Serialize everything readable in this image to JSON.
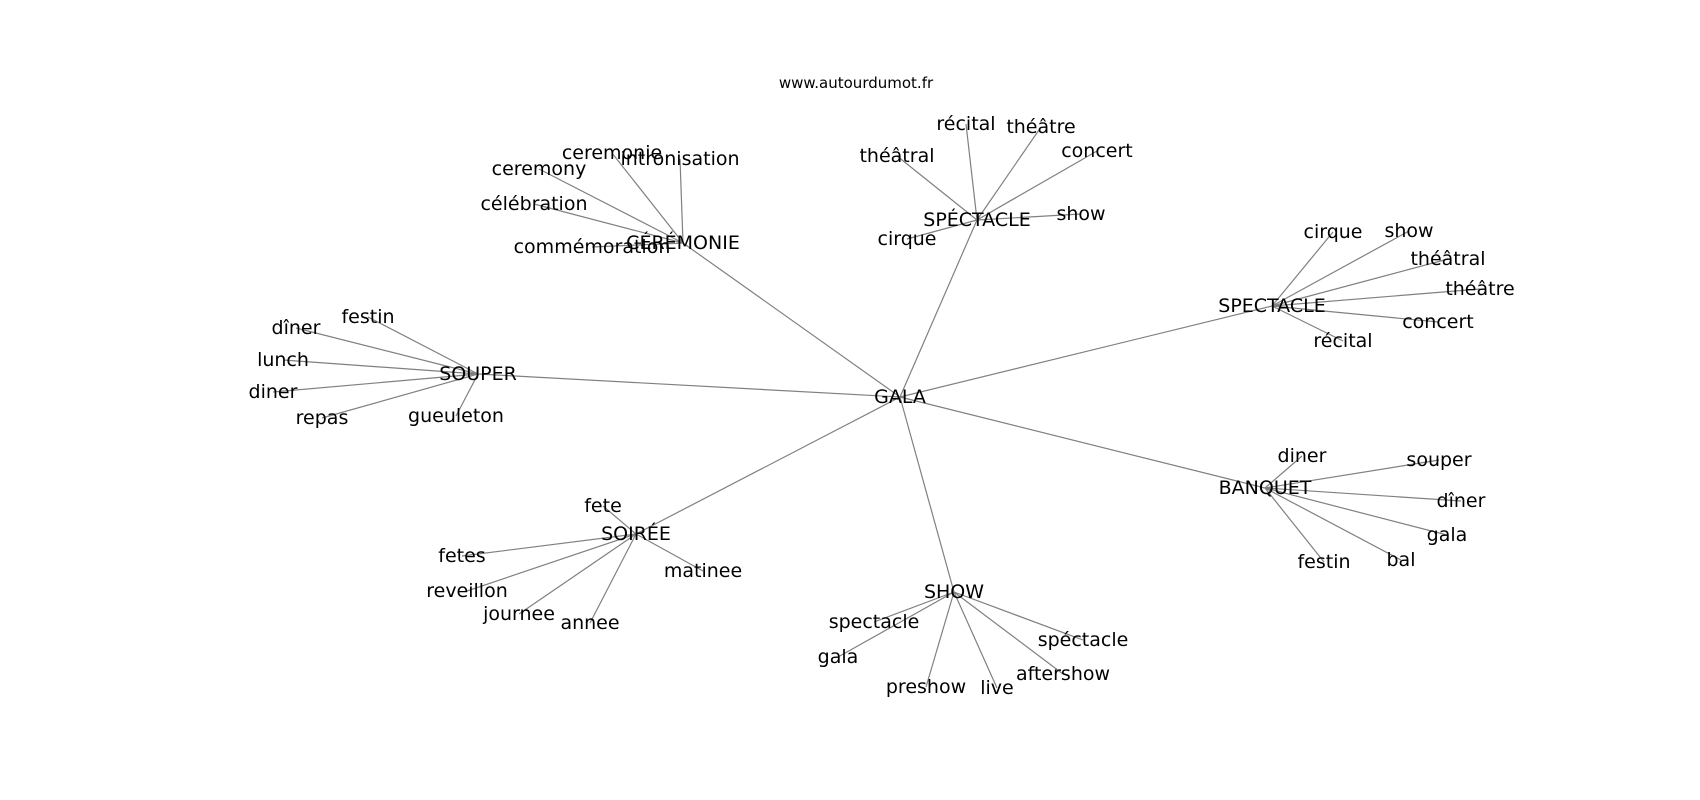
{
  "source": "www.autourdumot.fr",
  "graph": {
    "root": "GALA",
    "clusters": [
      {
        "label": "CÉRÉMONIE",
        "leaves": [
          "ceremonie",
          "intronisation",
          "ceremony",
          "célébration",
          "commémoration"
        ]
      },
      {
        "label": "SPÉCTACLE",
        "leaves": [
          "récital",
          "théâtre",
          "théâtral",
          "concert",
          "show",
          "cirque"
        ]
      },
      {
        "label": "SPECTACLE",
        "leaves": [
          "cirque",
          "show",
          "théâtral",
          "théâtre",
          "concert",
          "récital"
        ]
      },
      {
        "label": "SOUPER",
        "leaves": [
          "festin",
          "dîner",
          "lunch",
          "diner",
          "repas",
          "gueuleton"
        ]
      },
      {
        "label": "BANQUET",
        "leaves": [
          "diner",
          "souper",
          "dîner",
          "gala",
          "bal",
          "festin"
        ]
      },
      {
        "label": "SOIRÉE",
        "leaves": [
          "fete",
          "fetes",
          "reveillon",
          "journee",
          "annee",
          "matinee"
        ]
      },
      {
        "label": "SHOW",
        "leaves": [
          "spectacle",
          "gala",
          "preshow",
          "live",
          "aftershow",
          "spéctacle"
        ]
      }
    ]
  }
}
